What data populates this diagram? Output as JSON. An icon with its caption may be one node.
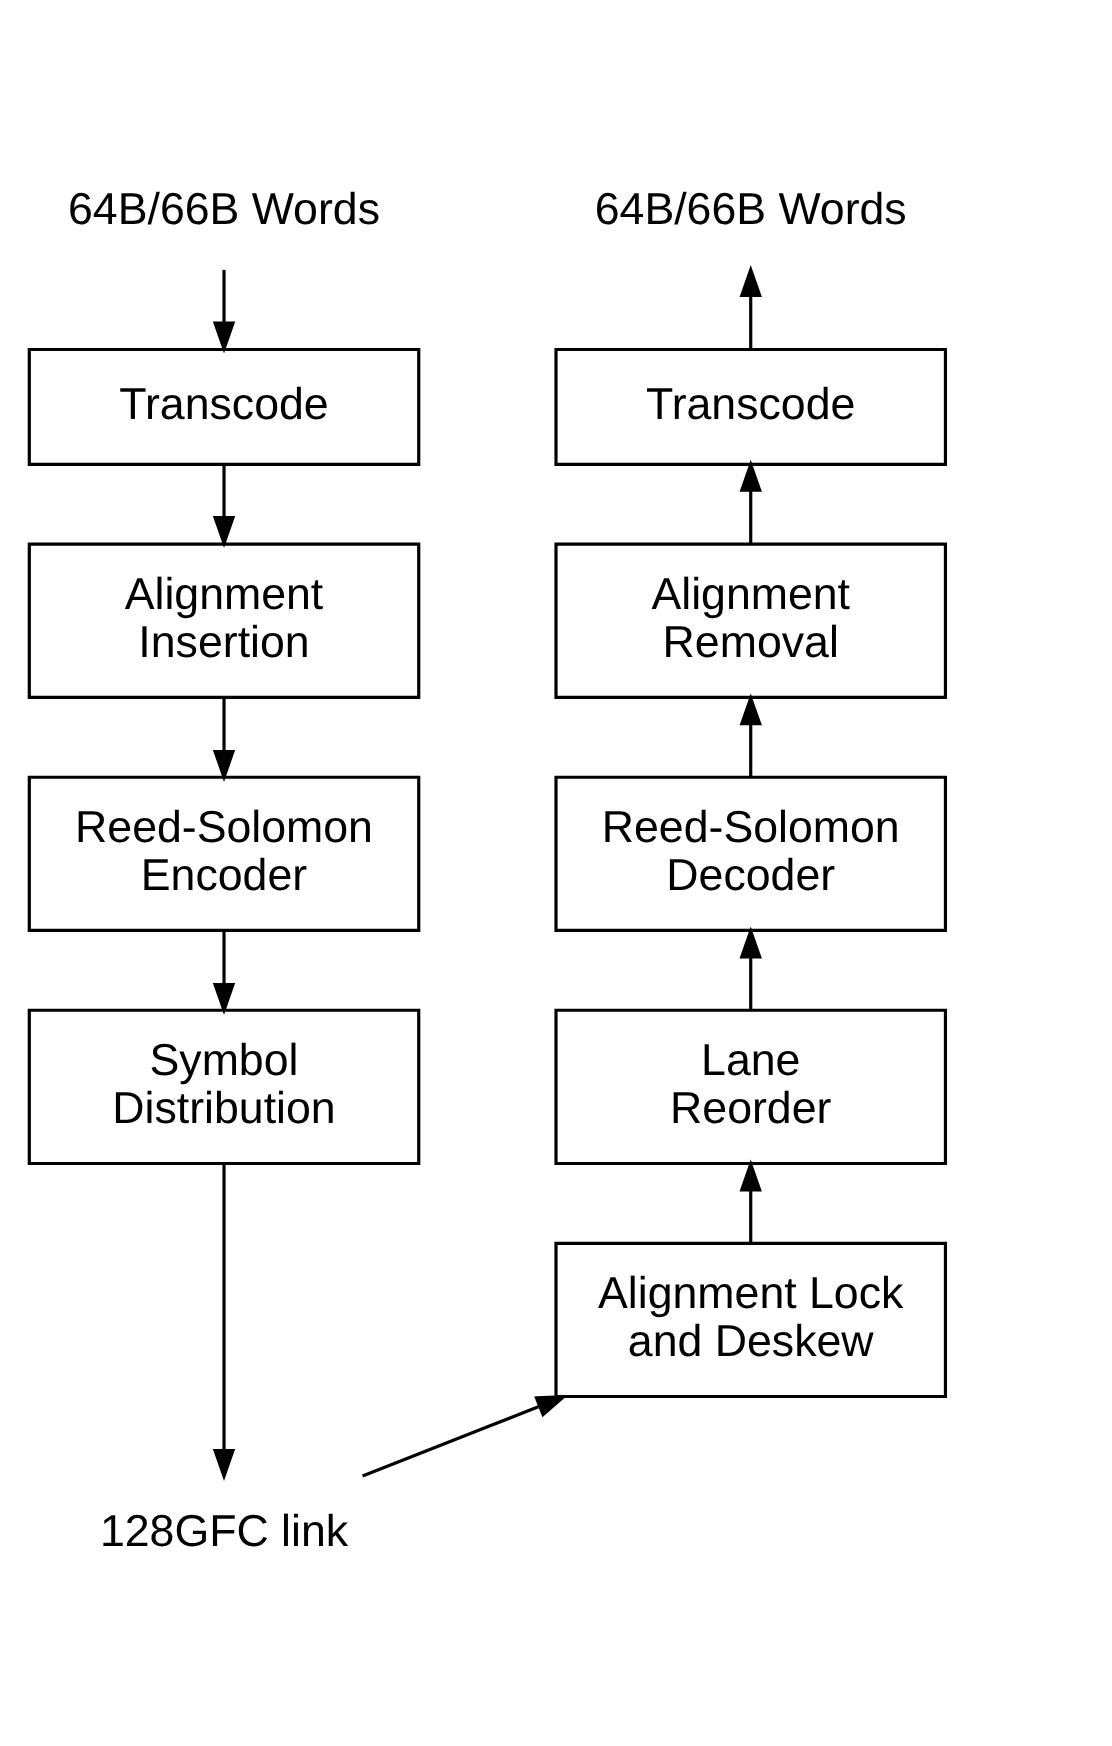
{
  "diagram": {
    "nodes": [
      {
        "text": [
          "64B/66B Words"
        ]
      },
      {
        "text": [
          "Transcode"
        ]
      },
      {
        "text": [
          "Alignment Insertion"
        ]
      },
      {
        "text": [
          "Reed-Solomon Encoder"
        ]
      },
      {
        "text": [
          "Symbol Distribution"
        ]
      },
      {
        "text": [
          "64B/66B Words"
        ]
      },
      {
        "text": [
          "Transcode"
        ]
      },
      {
        "text": [
          "Alignment Removal"
        ]
      },
      {
        "text": [
          "Reed-Solomon Decoder"
        ]
      },
      {
        "text": [
          "Lane Reorder"
        ]
      },
      {
        "text": [
          "Alignment Lock and Deskew"
        ]
      },
      {
        "text": [
          "128GFC link"
        ]
      }
    ],
    "edges": [
      {
        "from": 0,
        "to": 1,
        "arrow": "to"
      },
      {
        "from": 1,
        "to": 2,
        "arrow": "to"
      },
      {
        "from": 2,
        "to": 3,
        "arrow": "to"
      },
      {
        "from": 3,
        "to": 4,
        "arrow": "to"
      },
      {
        "from": 4,
        "to": 11,
        "arrow": "to"
      },
      {
        "from": 11,
        "to": 10,
        "arrow": "to"
      },
      {
        "from": 10,
        "to": 9,
        "arrow": "to"
      },
      {
        "from": 9,
        "to": 8,
        "arrow": "to"
      },
      {
        "from": 8,
        "to": 7,
        "arrow": "to"
      },
      {
        "from": 7,
        "to": 6,
        "arrow": "to"
      },
      {
        "from": 6,
        "to": 5,
        "arrow": "to"
      }
    ]
  }
}
